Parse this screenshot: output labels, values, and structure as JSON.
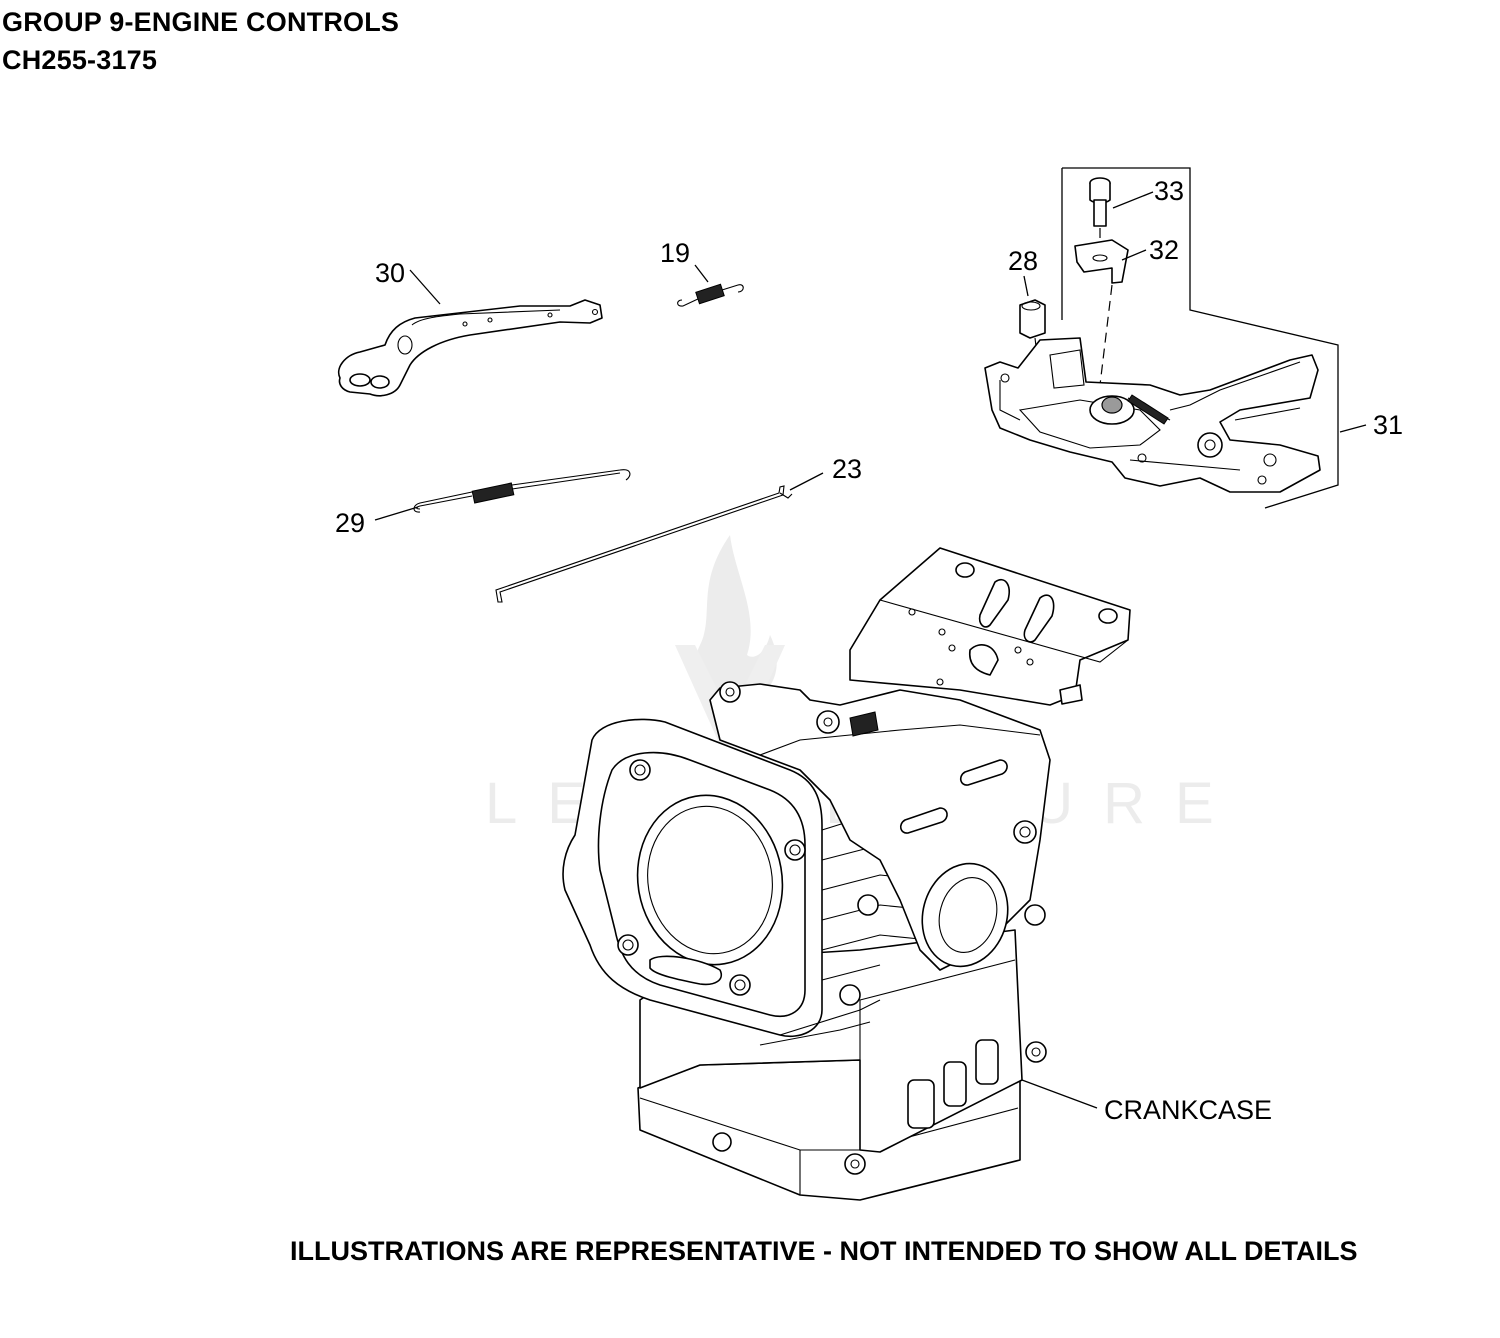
{
  "header": {
    "title": "GROUP 9-ENGINE CONTROLS",
    "model": "CH255-3175"
  },
  "footer": {
    "note": "ILLUSTRATIONS ARE REPRESENTATIVE - NOT INTENDED TO SHOW ALL DETAILS"
  },
  "watermark": {
    "text": "LEADVENTURE"
  },
  "callouts": [
    {
      "id": "30",
      "label": "30"
    },
    {
      "id": "19",
      "label": "19"
    },
    {
      "id": "33",
      "label": "33"
    },
    {
      "id": "32",
      "label": "32"
    },
    {
      "id": "28",
      "label": "28"
    },
    {
      "id": "31",
      "label": "31"
    },
    {
      "id": "23",
      "label": "23"
    },
    {
      "id": "29",
      "label": "29"
    },
    {
      "id": "crankcase",
      "label": "CRANKCASE"
    }
  ]
}
